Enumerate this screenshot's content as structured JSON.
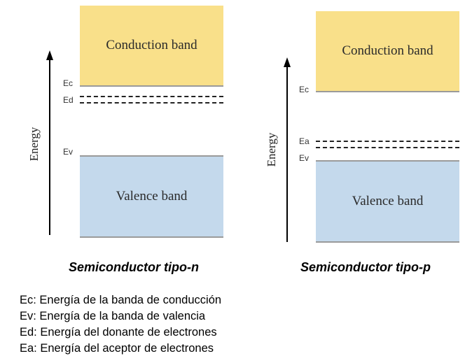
{
  "panels": {
    "n": {
      "conduction_label": "Conduction band",
      "valence_label": "Valence band",
      "ec_label": "Ec",
      "donor_label": "Ed",
      "ev_label": "Ev",
      "axis_label": "Energy",
      "caption": "Semiconductor tipo-n"
    },
    "p": {
      "conduction_label": "Conduction band",
      "valence_label": "Valence band",
      "ec_label": "Ec",
      "acceptor_label": "Ea",
      "ev_label": "Ev",
      "axis_label": "Energy",
      "caption": "Semiconductor tipo-p"
    }
  },
  "legend": [
    "Ec: Energía de la banda de conducción",
    "Ev: Energía de la banda de valencia",
    "Ed: Energía del donante de electrones",
    "Ea: Energía del aceptor de electrones"
  ],
  "colors": {
    "conduction_band": "#f9e08a",
    "valence_band": "#c4d9ec"
  }
}
